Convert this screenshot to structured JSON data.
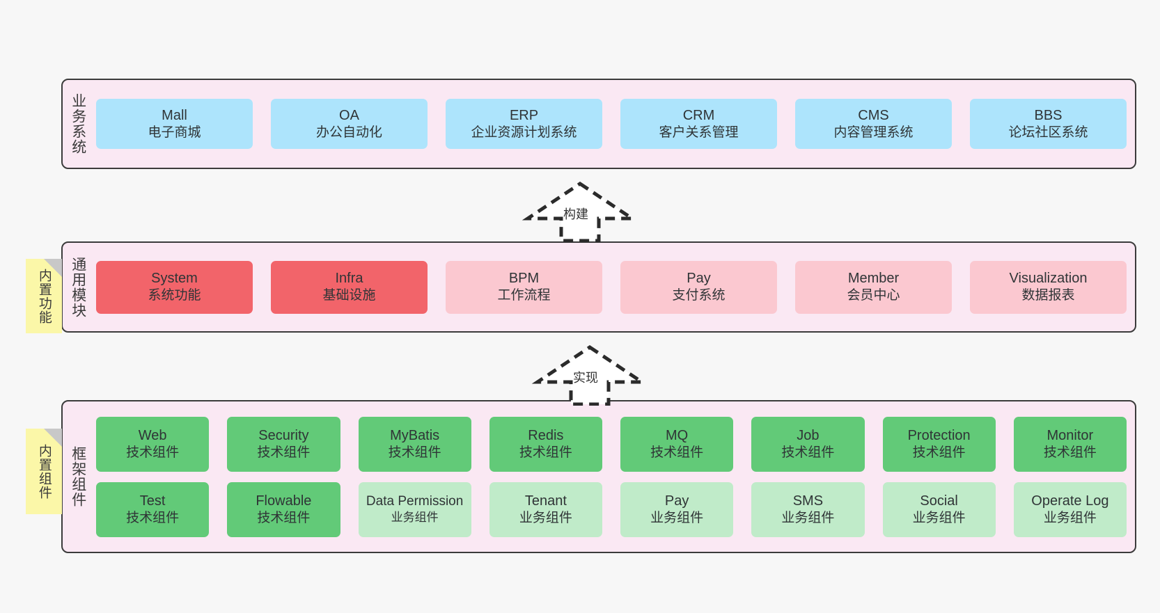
{
  "diagram": {
    "background_color": "#f7f7f7",
    "container_color": "#fae8f3",
    "border_color": "#3b3b3b"
  },
  "layers": [
    {
      "id": "business",
      "title": "业务系统",
      "rows": [
        {
          "nodes": [
            {
              "en": "Mall",
              "cn": "电子商城",
              "color": "#ade4fc"
            },
            {
              "en": "OA",
              "cn": "办公自动化",
              "color": "#ade4fc"
            },
            {
              "en": "ERP",
              "cn": "企业资源计划系统",
              "color": "#ade4fc"
            },
            {
              "en": "CRM",
              "cn": "客户关系管理",
              "color": "#ade4fc"
            },
            {
              "en": "CMS",
              "cn": "内容管理系统",
              "color": "#ade4fc"
            },
            {
              "en": "BBS",
              "cn": "论坛社区系统",
              "color": "#ade4fc"
            }
          ]
        }
      ]
    },
    {
      "id": "common",
      "title": "通用模块",
      "sticky": "内置功能",
      "rows": [
        {
          "nodes": [
            {
              "en": "System",
              "cn": "系统功能",
              "color": "#f2646a"
            },
            {
              "en": "Infra",
              "cn": "基础设施",
              "color": "#f2646a"
            },
            {
              "en": "BPM",
              "cn": "工作流程",
              "color": "#fbc8d0"
            },
            {
              "en": "Pay",
              "cn": "支付系统",
              "color": "#fbc8d0"
            },
            {
              "en": "Member",
              "cn": "会员中心",
              "color": "#fbc8d0"
            },
            {
              "en": "Visualization",
              "cn": "数据报表",
              "color": "#fbc8d0"
            }
          ]
        }
      ]
    },
    {
      "id": "framework",
      "title": "框架组件",
      "sticky": "内置组件",
      "rows": [
        {
          "nodes": [
            {
              "en": "Web",
              "cn": "技术组件",
              "color": "#62ca78"
            },
            {
              "en": "Security",
              "cn": "技术组件",
              "color": "#62ca78"
            },
            {
              "en": "MyBatis",
              "cn": "技术组件",
              "color": "#62ca78"
            },
            {
              "en": "Redis",
              "cn": "技术组件",
              "color": "#62ca78"
            },
            {
              "en": "MQ",
              "cn": "技术组件",
              "color": "#62ca78"
            },
            {
              "en": "Job",
              "cn": "技术组件",
              "color": "#62ca78"
            },
            {
              "en": "Protection",
              "cn": "技术组件",
              "color": "#62ca78"
            },
            {
              "en": "Monitor",
              "cn": "技术组件",
              "color": "#62ca78"
            }
          ]
        },
        {
          "nodes": [
            {
              "en": "Test",
              "cn": "技术组件",
              "color": "#62ca78"
            },
            {
              "en": "Flowable",
              "cn": "技术组件",
              "color": "#62ca78"
            },
            {
              "en": "Data Permission",
              "cn": "业务组件",
              "color": "#c0ebc9"
            },
            {
              "en": "Tenant",
              "cn": "业务组件",
              "color": "#c0ebc9"
            },
            {
              "en": "Pay",
              "cn": "业务组件",
              "color": "#c0ebc9"
            },
            {
              "en": "SMS",
              "cn": "业务组件",
              "color": "#c0ebc9"
            },
            {
              "en": "Social",
              "cn": "业务组件",
              "color": "#c0ebc9"
            },
            {
              "en": "Operate Log",
              "cn": "业务组件",
              "color": "#c0ebc9"
            }
          ]
        }
      ]
    }
  ],
  "arrows": [
    {
      "id": "build",
      "label": "构建",
      "from": "common",
      "to": "business"
    },
    {
      "id": "implement",
      "label": "实现",
      "from": "framework",
      "to": "common"
    }
  ]
}
